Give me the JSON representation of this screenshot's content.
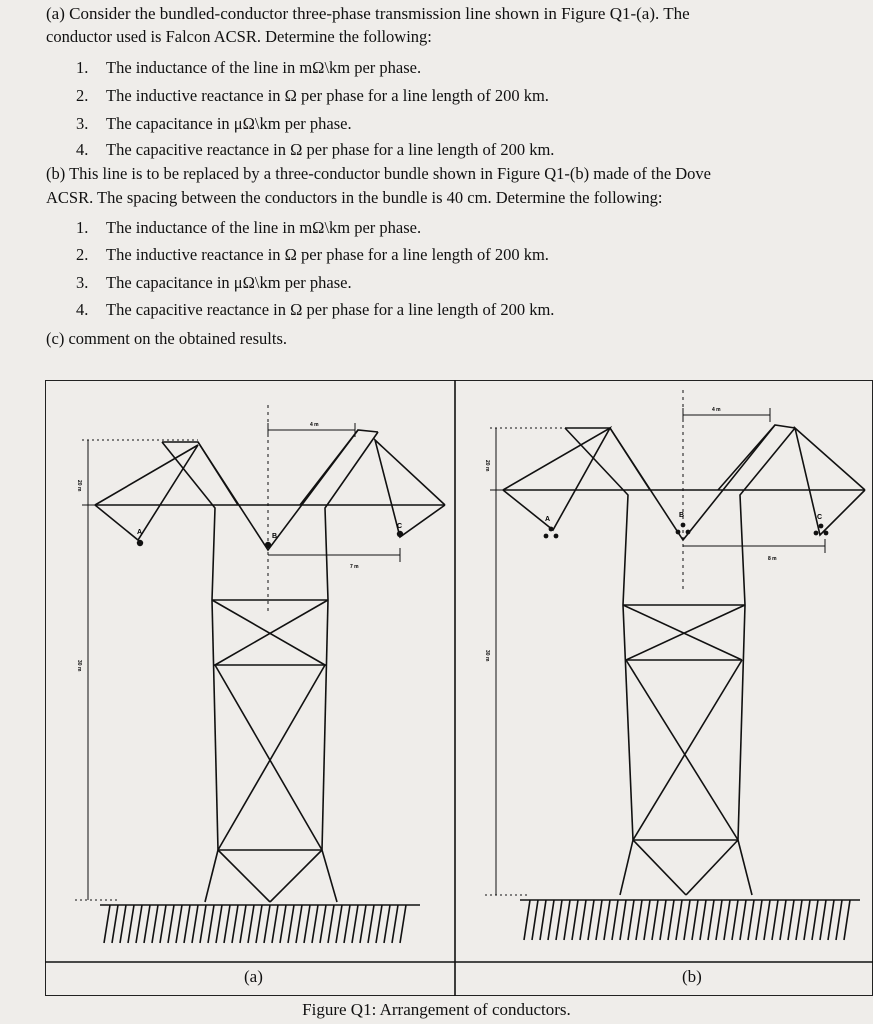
{
  "part_a": {
    "intro_line1": "(a) Consider the bundled-conductor three-phase transmission line shown in Figure Q1-(a). The",
    "intro_line2": "conductor used is Falcon ACSR. Determine the following:",
    "items": [
      {
        "num": "1.",
        "text": "The inductance of the line in mΩ\\km per phase."
      },
      {
        "num": "2.",
        "text": "The inductive reactance in Ω per phase for a line length of 200 km."
      },
      {
        "num": "3.",
        "text": "The capacitance in μΩ\\km per phase."
      },
      {
        "num": "4.",
        "text": "The capacitive reactance in Ω per phase for a line length of 200 km."
      }
    ]
  },
  "part_b": {
    "intro_line1": "(b) This line is to be replaced by a three-conductor bundle shown in Figure Q1-(b) made of the Dove",
    "intro_line2": "ACSR. The spacing between the conductors in the bundle is 40 cm. Determine the following:",
    "items": [
      {
        "num": "1.",
        "text": "The inductance of the line in mΩ\\km per phase."
      },
      {
        "num": "2.",
        "text": "The inductive reactance in Ω per phase for a line length of 200 km."
      },
      {
        "num": "3.",
        "text": "The capacitance in μΩ\\km per phase."
      },
      {
        "num": "4.",
        "text": "The capacitive reactance in Ω per phase for a line length of 200 km."
      }
    ]
  },
  "part_c": {
    "text": "(c) comment on the obtained results."
  },
  "figure": {
    "caption": "Figure Q1: Arrangement of conductors.",
    "panel_a_label": "(a)",
    "panel_b_label": "(b)",
    "dims": {
      "top_height": "20 m",
      "tower_height": "30 m",
      "a_spacing_upper": "4 m",
      "a_spacing_lower": "7 m",
      "b_spacing_upper": "4 m",
      "b_spacing_lower": "8 m"
    },
    "phases": [
      "A",
      "B",
      "C"
    ]
  }
}
